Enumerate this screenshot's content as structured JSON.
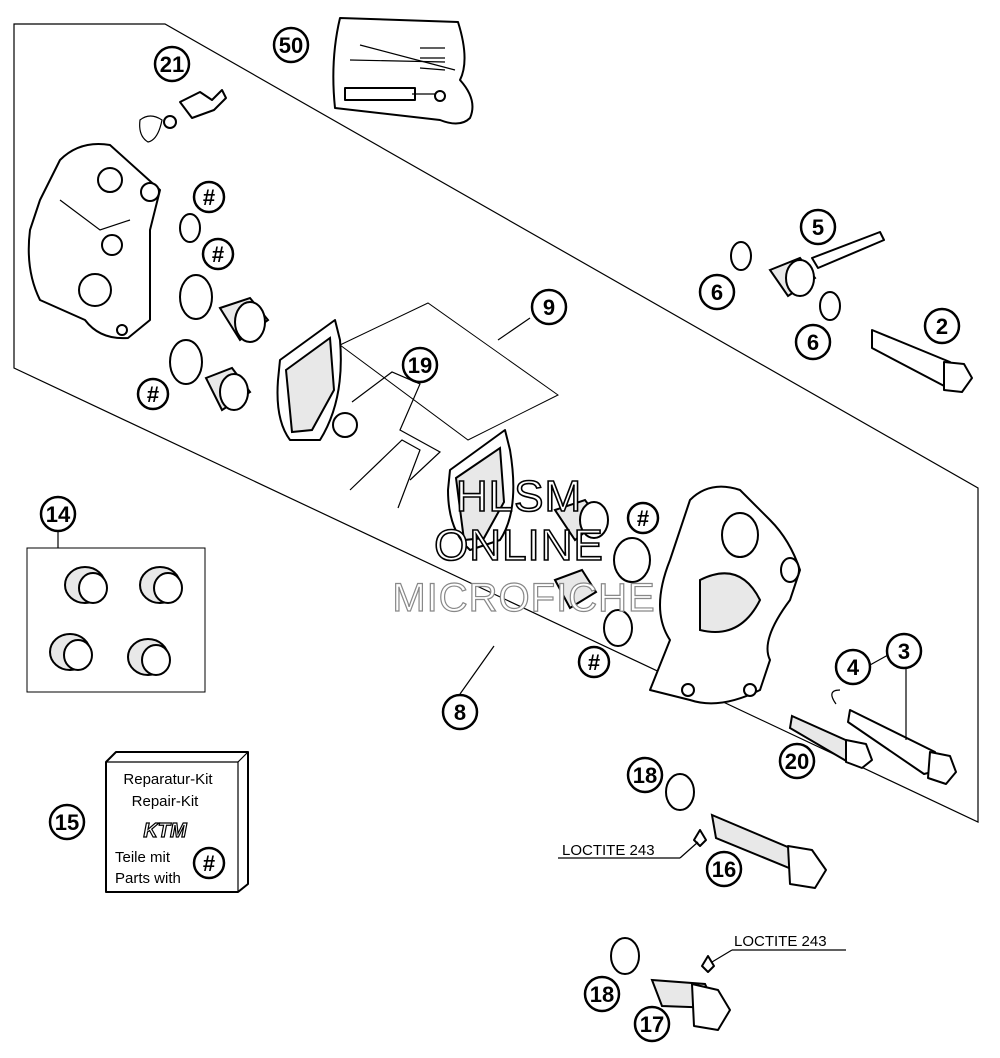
{
  "callouts": [
    {
      "id": "50",
      "label": "50"
    },
    {
      "id": "21",
      "label": "21"
    },
    {
      "id": "hash",
      "label": "#"
    },
    {
      "id": "5",
      "label": "5"
    },
    {
      "id": "6",
      "label": "6"
    },
    {
      "id": "2",
      "label": "2"
    },
    {
      "id": "9",
      "label": "9"
    },
    {
      "id": "19",
      "label": "19"
    },
    {
      "id": "14",
      "label": "14"
    },
    {
      "id": "8",
      "label": "8"
    },
    {
      "id": "4",
      "label": "4"
    },
    {
      "id": "3",
      "label": "3"
    },
    {
      "id": "20",
      "label": "20"
    },
    {
      "id": "18",
      "label": "18"
    },
    {
      "id": "16",
      "label": "16"
    },
    {
      "id": "15",
      "label": "15"
    },
    {
      "id": "17",
      "label": "17"
    }
  ],
  "kit": {
    "line1": "Reparatur-Kit",
    "line2": "Repair-Kit",
    "brand": "KTM",
    "line3": "Teile mit",
    "line4": "Parts with",
    "hash": "#"
  },
  "loctite": {
    "upper": "LOCTITE 243",
    "lower": "LOCTITE 243"
  },
  "watermark": {
    "line1": "HLSM",
    "line2": "ONLINE",
    "line3": "MICROFICHE"
  }
}
